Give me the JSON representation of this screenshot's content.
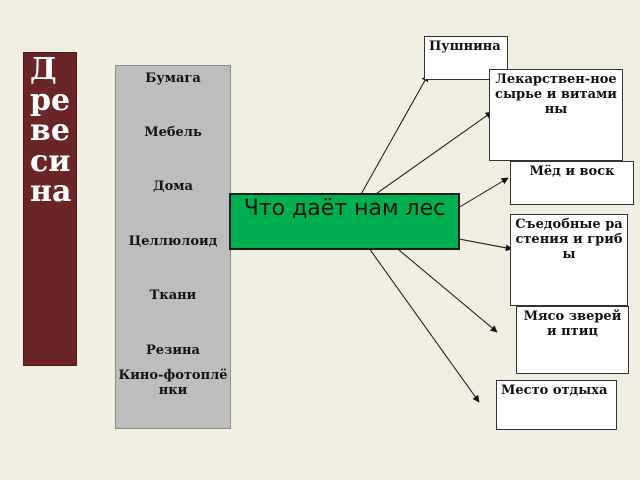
{
  "left_label": "Древесина",
  "products": [
    "Бумага",
    "Мебель",
    "Дома",
    "Целлюлоид",
    "Ткани",
    "Резина",
    "Кино-фотоплёнки"
  ],
  "center_title": "Что даёт нам лес",
  "benefits": {
    "fur": "Пушнина",
    "medicine": "Лекарствен-ное сырье и витамины",
    "honey": "Мёд и воск",
    "edible": "Съедобные растения и грибы",
    "meat": "Мясо зверей и птиц",
    "rest": "Место отдыха"
  },
  "colors": {
    "background": "#f1efe2",
    "left_panel": "#6a2626",
    "products_panel": "#bdbdbd",
    "center_box": "#00b050"
  }
}
